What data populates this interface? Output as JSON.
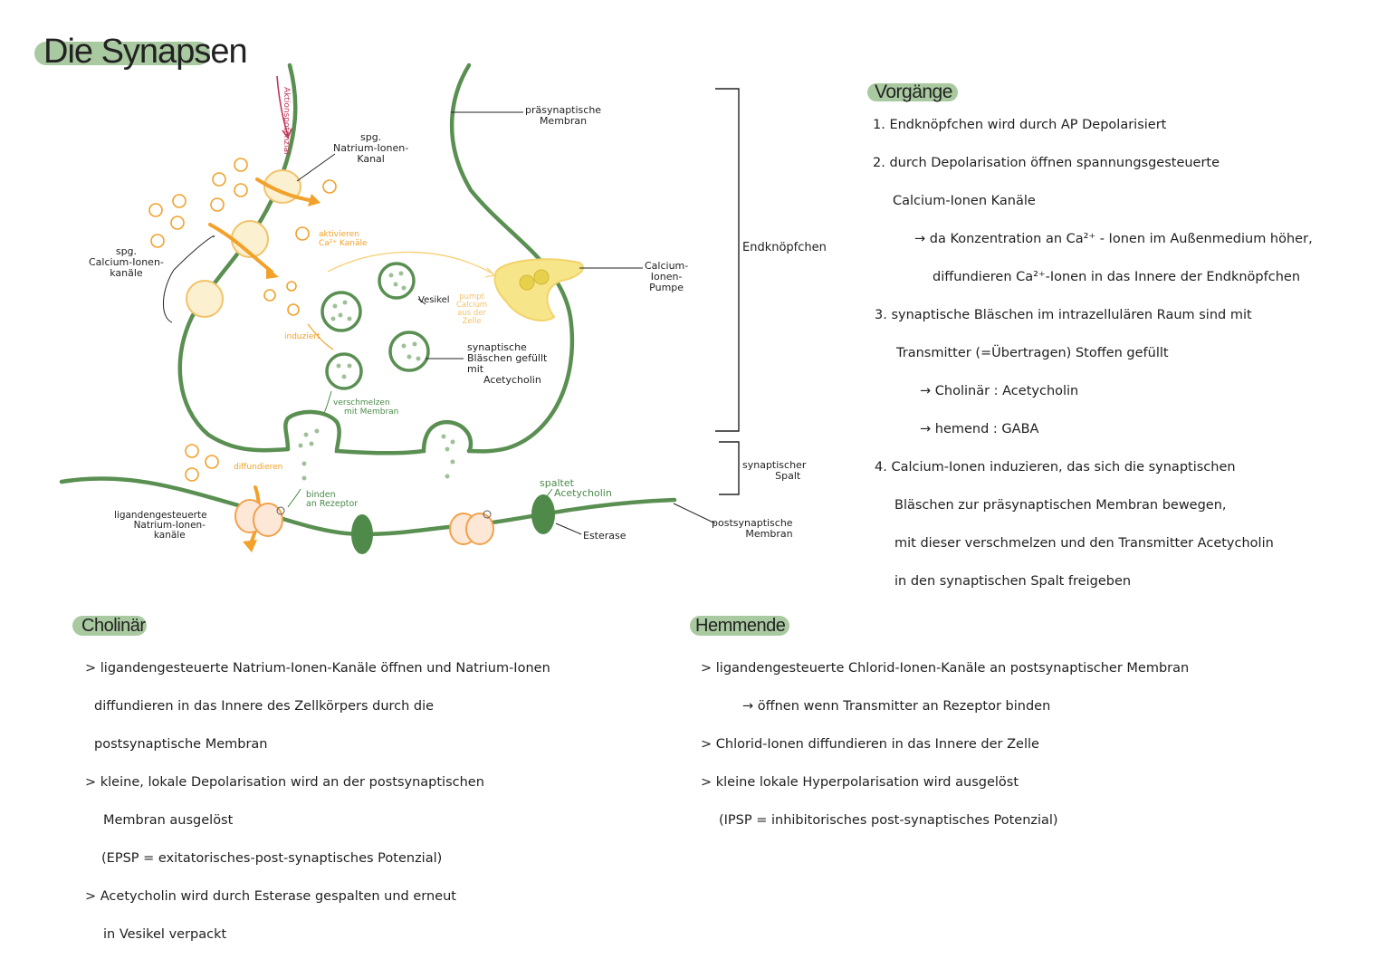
{
  "title": "Die Synapsen",
  "diagram": {
    "labels": {
      "aktionspotenzial": "Aktionspotenzial",
      "spg_natrium": [
        "spg.",
        "Natrium-Ionen-",
        "Kanal"
      ],
      "spg_calcium": [
        "spg.",
        "Calcium-Ionen-",
        "kanäle"
      ],
      "aktivieren": [
        "aktivieren",
        "Ca²⁺ Kanäle"
      ],
      "praesynaptische": [
        "präsynaptische",
        "Membran"
      ],
      "calcium_pumpe": [
        "Calcium-",
        "Ionen-",
        "Pumpe"
      ],
      "endknoepfchen": "Endknöpfchen",
      "vesikel": "Vesikel",
      "pumpt": [
        "pumpt",
        "Calcium",
        "aus der",
        "Zelle"
      ],
      "induziert": "induziert",
      "blaeschen": [
        "synaptische",
        "Bläschen gefüllt",
        "mit",
        "Acetycholin"
      ],
      "verschmelzen": [
        "verschmelzen",
        "mit Membran"
      ],
      "synaptischer_spalt": [
        "synaptischer",
        "Spalt"
      ],
      "diffundieren": "diffundieren",
      "binden": [
        "binden",
        "an Rezeptor"
      ],
      "spaltet": [
        "spaltet",
        "Acetycholin"
      ],
      "ligandengesteuerte": [
        "ligandengesteuerte",
        "Natrium-Ionen-",
        "kanäle"
      ],
      "esterase": "Esterase",
      "postsynaptische": [
        "postsynaptische",
        "Membran"
      ]
    }
  },
  "vorgaenge": {
    "heading": "Vorgänge",
    "lines": [
      "1. Endknöpfchen wird durch AP Depolarisiert",
      "2. durch Depolarisation öffnen spannungsgesteuerte",
      "Calcium-Ionen Kanäle",
      "→ da Konzentration an Ca²⁺ - Ionen im Außenmedium höher,",
      "diffundieren Ca²⁺-Ionen in das Innere der Endknöpfchen",
      "3. synaptische Bläschen im intrazellulären Raum sind mit",
      "Transmitter (=Übertragen) Stoffen gefüllt",
      "→ Cholinär : Acetycholin",
      "→ hemend : GABA",
      "4. Calcium-Ionen induzieren, das sich die synaptischen",
      "Bläschen zur präsynaptischen Membran bewegen,",
      "mit dieser verschmelzen und den Transmitter Acetycholin",
      "in den synaptischen Spalt freigeben"
    ]
  },
  "cholinaer": {
    "heading": "Cholinär",
    "lines": [
      "> ligandengesteuerte Natrium-Ionen-Kanäle öffnen und Natrium-Ionen",
      "diffundieren in das Innere des Zellkörpers durch die",
      "postsynaptische Membran",
      "> kleine, lokale Depolarisation wird an der postsynaptischen",
      "Membran ausgelöst",
      "(EPSP = exitatorisches-post-synaptisches Potenzial)",
      "> Acetycholin wird durch Esterase gespalten und erneut",
      "in Vesikel verpackt"
    ]
  },
  "hemmende": {
    "heading": "Hemmende",
    "lines": [
      "> ligandengesteuerte Chlorid-Ionen-Kanäle an postsynaptischer Membran",
      "→ öffnen wenn Transmitter an Rezeptor binden",
      "> Chlorid-Ionen diffundieren in das Innere der Zelle",
      "> kleine lokale Hyperpolarisation wird ausgelöst",
      "(IPSP = inhibitorisches post-synaptisches Potenzial)"
    ]
  },
  "colors": {
    "membrane": "#5a8f52",
    "calcium": "#f2a12a",
    "highlight": "#a9c9a0",
    "pump": "#f7e58a"
  }
}
